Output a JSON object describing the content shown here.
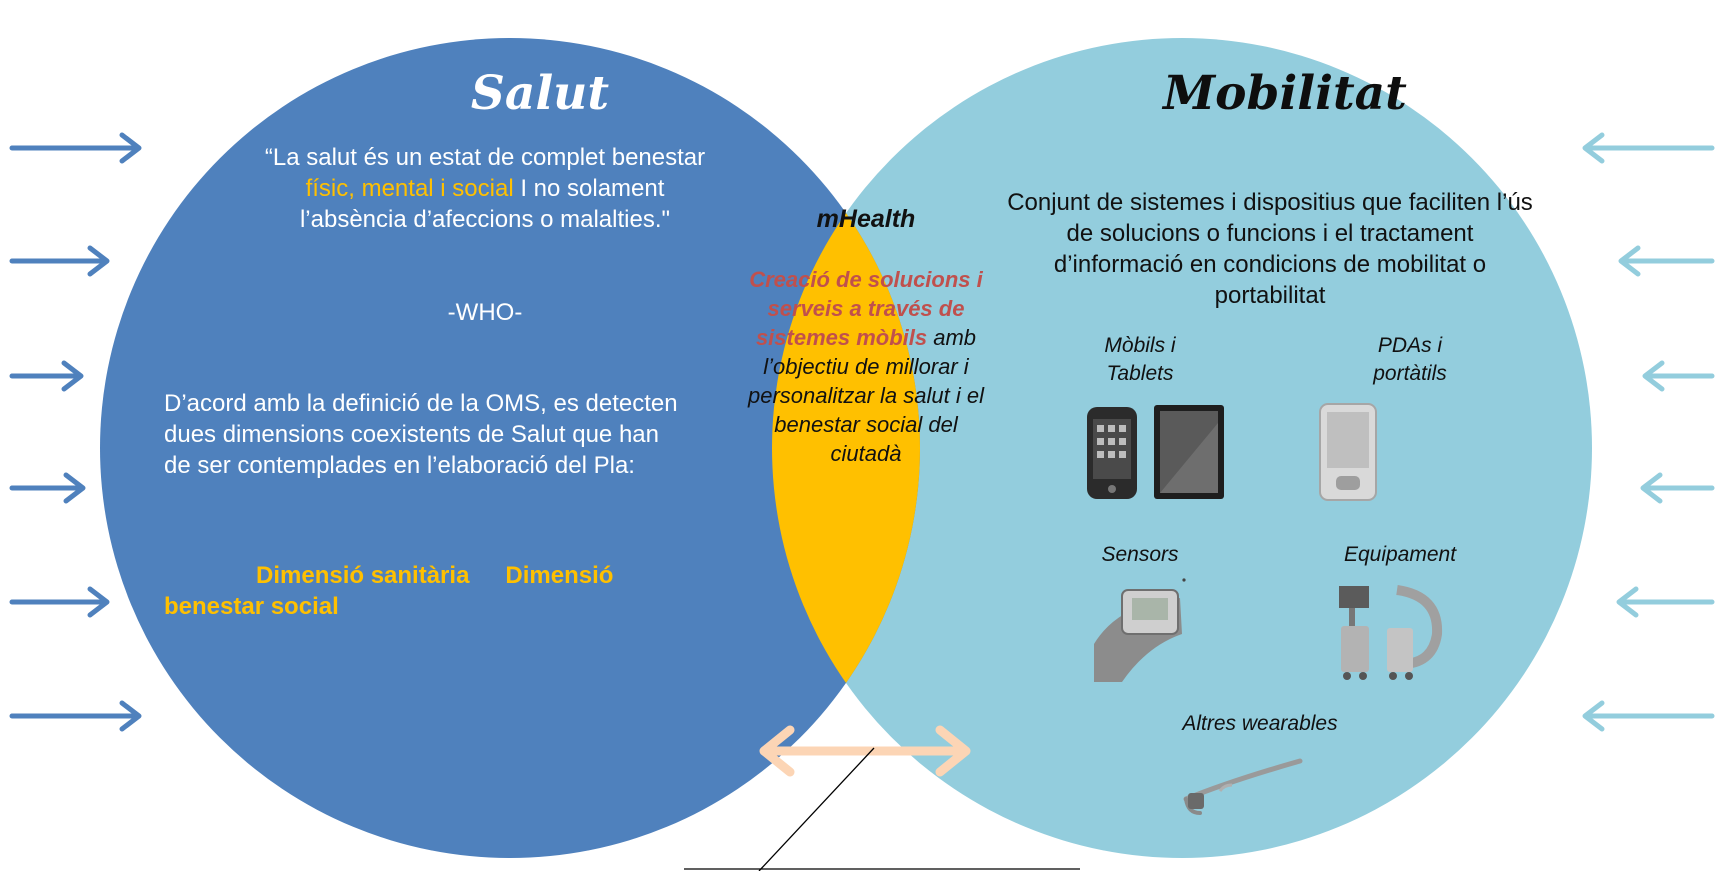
{
  "colors": {
    "salut_circle": "#4f81bd",
    "mobilitat_circle": "#93cddd",
    "mhealth_lens": "#ffc000",
    "highlight_yellow": "#ffc000",
    "highlight_red": "#c0504d",
    "left_arrows": "#4f81bd",
    "right_arrows": "#93cddd",
    "double_arrow": "#fcd5b5"
  },
  "salut": {
    "title": "Salut",
    "quote_before": "“La salut és un estat de complet benestar ",
    "quote_highlight": "físic, mental i social",
    "quote_after": " I no solament l’absència d’afeccions o malalties.\"",
    "quote_source": "-WHO-",
    "definition": "D’acord amb la definició de la OMS, es detecten dues dimensions coexistents de Salut que han de ser contemplades en l’elaboració del Pla:",
    "dimension_1": "Dimensió sanitària",
    "dimension_2": "Dimensió benestar social"
  },
  "mhealth": {
    "title": "mHealth",
    "highlight": "Creació de solucions i serveis a través de sistemes mòbils",
    "rest": " amb l’objectiu de millorar i personalitzar la salut i el benestar social del ciutadà"
  },
  "mobilitat": {
    "title": "Mobilitat",
    "definition": "Conjunt de sistemes i dispositius que faciliten l’ús de solucions o funcions i el tractament d’informació en condicions de mobilitat o portabilitat",
    "categories": [
      {
        "label": "Mòbils i Tablets",
        "icons": [
          "smartphone-icon",
          "tablet-icon"
        ]
      },
      {
        "label": "PDAs i portàtils",
        "icons": [
          "pda-icon"
        ]
      },
      {
        "label": "Sensors",
        "icons": [
          "wrist-sensor-icon"
        ]
      },
      {
        "label": "Equipament",
        "icons": [
          "medical-equipment-icon"
        ]
      },
      {
        "label": "Altres wearables",
        "icons": [
          "smart-glasses-icon"
        ]
      }
    ]
  }
}
